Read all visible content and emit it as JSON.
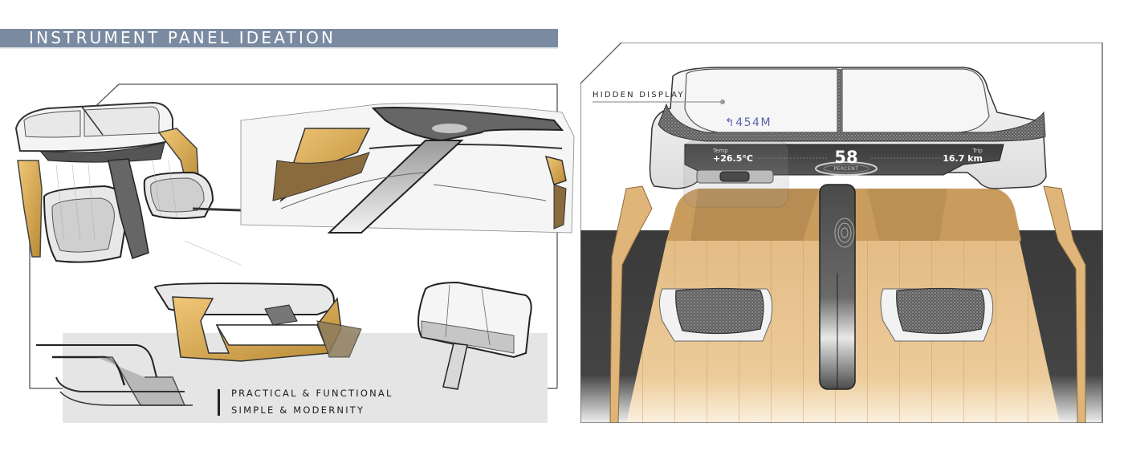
{
  "header": {
    "title": "INSTRUMENT PANEL IDEATION"
  },
  "left_panel": {
    "sketches": [
      {
        "name": "top-down-cockpit-sketch"
      },
      {
        "name": "perspective-interior-sketch"
      },
      {
        "name": "amber-frame-concept-sketch"
      },
      {
        "name": "console-box-concept-sketch"
      },
      {
        "name": "layered-panel-profile-sketch"
      }
    ],
    "tagline": {
      "line1": "PRACTICAL & FUNCTIONAL",
      "line2": "SIMPLE & MODERNITY"
    }
  },
  "right_panel": {
    "callout": "HIDDEN DISPLAY",
    "hud": {
      "nav_icon": "turn-left-arrow-icon",
      "nav_arrow": "↰",
      "nav_distance": "454M"
    },
    "cluster": {
      "temp_label": "Temp",
      "temp_value": "+26.5°C",
      "center_value": "58",
      "center_label": "PERCENT",
      "trip_label": "Trip",
      "trip_value": "16.7 km"
    }
  },
  "colors": {
    "title_bar": "#7a8aa0",
    "wood": "#e6c08a",
    "amber_accent": "#d9a84a",
    "dark_floor": "#3a3a3a",
    "hud_text": "#5a63b0",
    "tagline_band": "#e5e5e5"
  }
}
